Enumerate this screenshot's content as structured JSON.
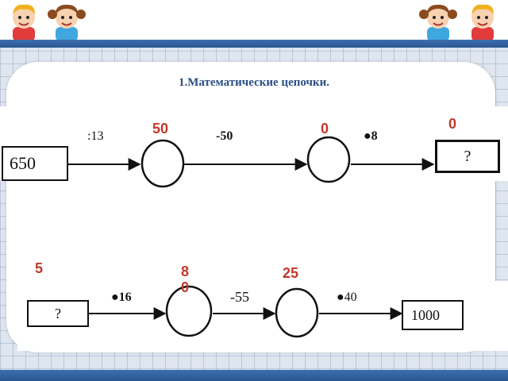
{
  "title": "1.Математические цепочки.",
  "chain1": {
    "start": "650",
    "op1": ":13",
    "op2": "-50",
    "op3": "●8",
    "end": "?",
    "answers": [
      "50",
      "0",
      "0"
    ]
  },
  "chain2": {
    "start": "?",
    "op1": "●16",
    "op2": "-55",
    "op3": "●40",
    "end": "1000",
    "answers": [
      "5",
      "80",
      "25"
    ]
  },
  "colors": {
    "accent": "#2a5692",
    "answer": "#c0392b"
  },
  "icons": [
    "boy-icon",
    "girl-icon"
  ]
}
